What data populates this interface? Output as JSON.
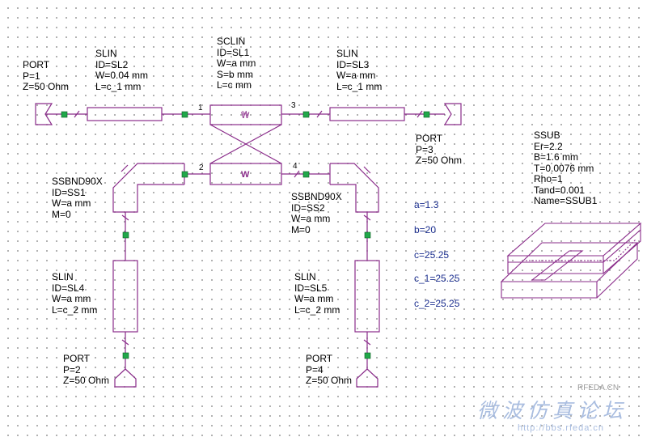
{
  "components": {
    "port1": [
      "PORT",
      "P=1",
      "Z=50 Ohm"
    ],
    "sl2": [
      "SLIN",
      "ID=SL2",
      "W=0.04 mm",
      "L=c_1 mm"
    ],
    "scl1": [
      "SCLIN",
      "ID=SL1",
      "W=a mm",
      "S=b mm",
      "L=c mm"
    ],
    "sl3": [
      "SLIN",
      "ID=SL3",
      "W=a mm",
      "L=c_1 mm"
    ],
    "port3": [
      "PORT",
      "P=3",
      "Z=50 Ohm"
    ],
    "ssub": [
      "SSUB",
      "Er=2.2",
      "B=1.6 mm",
      "T=0.0076 mm",
      "Rho=1",
      "Tand=0.001",
      "Name=SSUB1"
    ],
    "ss1": [
      "SSBND90X",
      "ID=SS1",
      "W=a mm",
      "M=0"
    ],
    "ss2": [
      "SSBND90X",
      "ID=SS2",
      "W=a mm",
      "M=0"
    ],
    "sl4": [
      "SLIN",
      "ID=SL4",
      "W=a mm",
      "L=c_2 mm"
    ],
    "sl5": [
      "SLIN",
      "ID=SL5",
      "W=a mm",
      "L=c_2 mm"
    ],
    "port2": [
      "PORT",
      "P=2",
      "Z=50 Ohm"
    ],
    "port4": [
      "PORT",
      "P=4",
      "Z=50 Ohm"
    ]
  },
  "equations": [
    "a=1.3",
    "b=20",
    "c=25.25",
    "c_1=25.25",
    "c_2=25.25"
  ],
  "pin_numbers": {
    "p1": "1",
    "p2": "2",
    "p3": "3",
    "p4": "4"
  },
  "element_symbol": "W",
  "watermark": {
    "site": "RFEDA.CN",
    "title": "微波仿真论坛",
    "url": "http://bbs.rfeda.cn"
  },
  "colors": {
    "wire": "#8a2c8a",
    "node": "#21a84a",
    "equation_text": "#1c2f8f",
    "grid_dot": "#8a8a8a"
  }
}
